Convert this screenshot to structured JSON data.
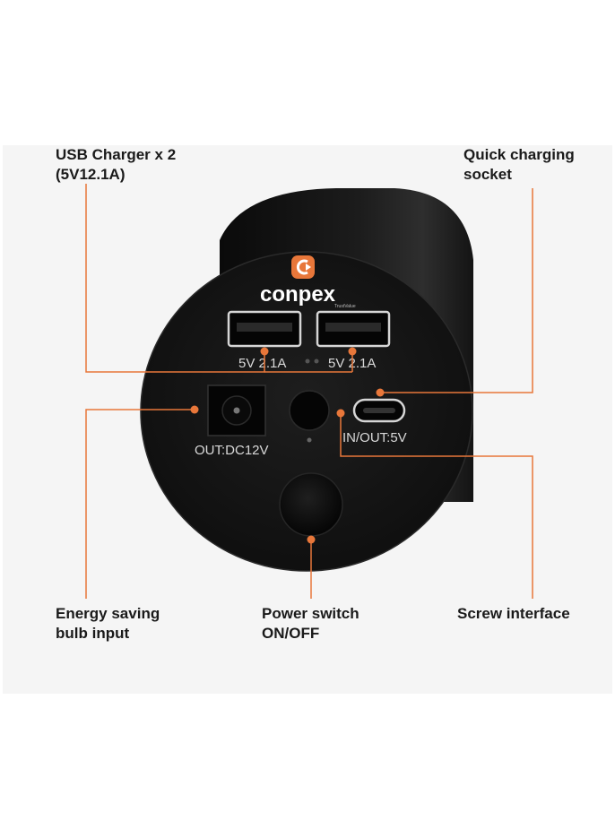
{
  "labels": {
    "usb_charger": "USB Charger x 2\n(5V12.1A)",
    "quick_charging": "Quick charging\nsocket",
    "energy_saving": "Energy saving\nbulb input",
    "power_switch": "Power switch\nON/OFF",
    "screw_interface": "Screw interface"
  },
  "device": {
    "brand": "conpex",
    "tagline": "TrustValue",
    "usb_port_1": "5V 2.1A",
    "usb_port_2": "5V 2.1A",
    "dc_out": "OUT:DC12V",
    "usbc": "IN/OUT:5V"
  },
  "colors": {
    "accent": "#e8773a",
    "device_body": "#111111",
    "device_face": "#1a1a1a",
    "panel_bg": "#f5f5f5",
    "label_text": "#1a1a1a"
  }
}
